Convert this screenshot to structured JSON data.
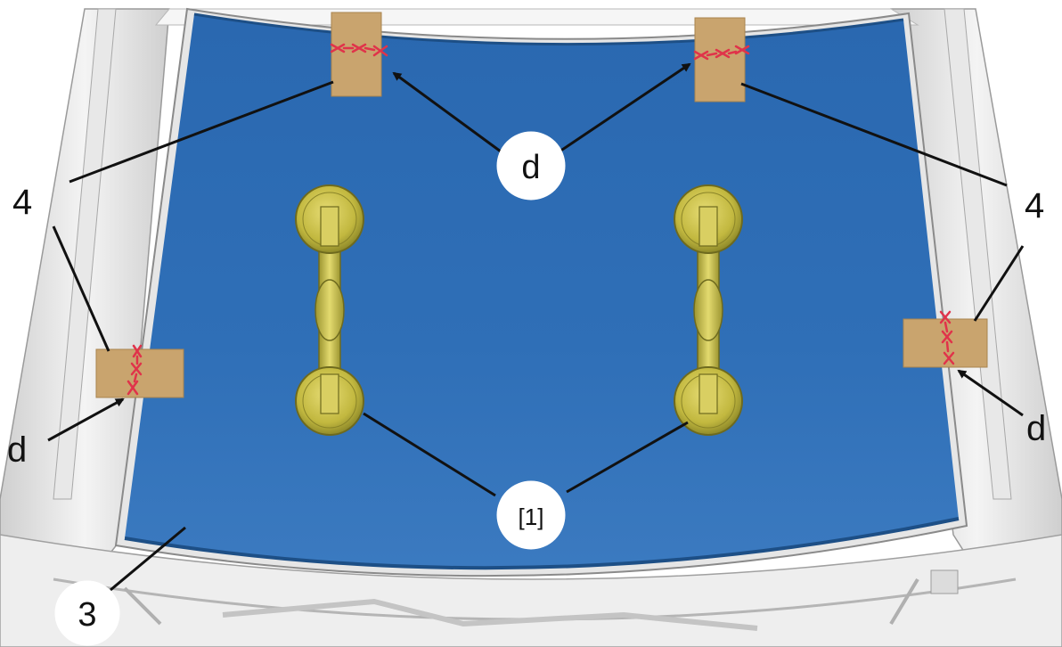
{
  "labels": {
    "part_4": "4",
    "part_3": "3",
    "mark_d": "d",
    "tool_1": "[1]"
  },
  "colors": {
    "windshield": "#2f6db3",
    "tape": "#c9a46e",
    "mark": "#e0334a",
    "suction_cup": "#c9c04a",
    "leader": "#111111"
  },
  "icons": {
    "suction_cup_handle": "suction-cup-handle-icon",
    "tape_strip": "adhesive-tape-icon",
    "alignment_mark": "x-mark-icon"
  }
}
